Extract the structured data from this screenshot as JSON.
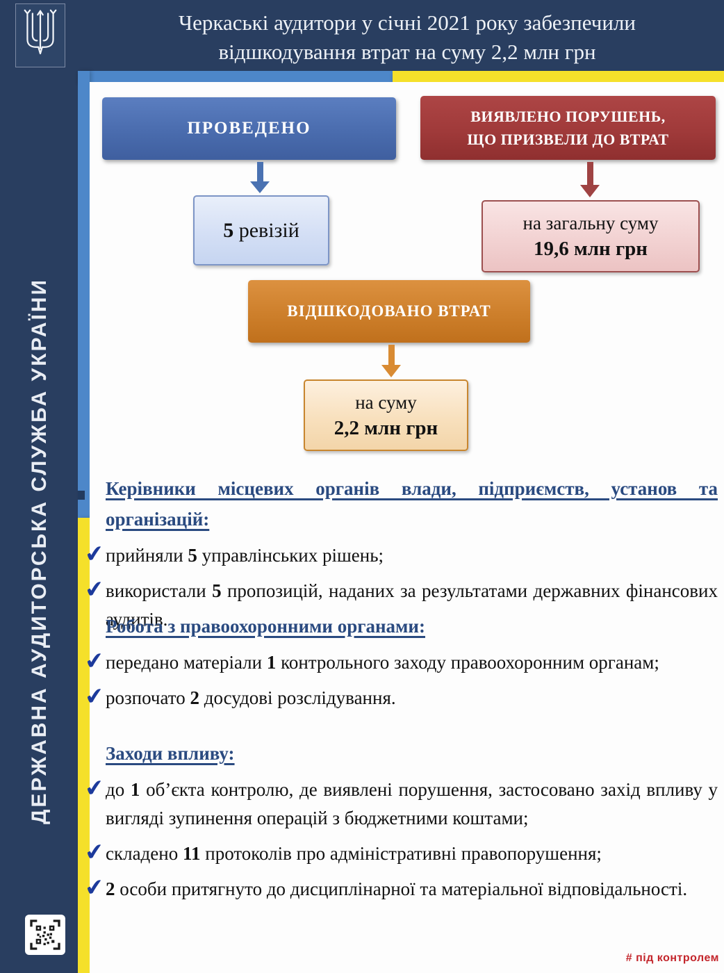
{
  "header": {
    "title_line1": "Черкаські аудитори у січні 2021 року забезпечили",
    "title_line2": "відшкодування втрат на суму 2,2 млн грн"
  },
  "sidebar": {
    "org_name": "ДЕРЖАВНА АУДИТОРСЬКА СЛУЖБА УКРАЇНИ"
  },
  "flow": {
    "conducted": {
      "label": "ПРОВЕДЕНО",
      "result_segments": [
        {
          "text": "5",
          "bold": true
        },
        {
          "text": " ревізій",
          "bold": false
        }
      ]
    },
    "violations": {
      "label_line1": "ВИЯВЛЕНО ПОРУШЕНЬ,",
      "label_line2": "ЩО ПРИЗВЕЛИ ДО ВТРАТ",
      "result_line1": "на загальну суму",
      "result_line2": "19,6 млн грн"
    },
    "reimbursed": {
      "label": "ВІДШКОДОВАНО ВТРАТ",
      "result_line1": "на суму",
      "result_line2": "2,2 млн грн"
    }
  },
  "sections": [
    {
      "heading": "Керівники місцевих органів влади, підприємств, установ та організацій:",
      "items": [
        {
          "segments": [
            {
              "text": "прийняли ",
              "bold": false
            },
            {
              "text": "5",
              "bold": true
            },
            {
              "text": " управлінських рішень;",
              "bold": false
            }
          ]
        },
        {
          "segments": [
            {
              "text": "використали ",
              "bold": false
            },
            {
              "text": "5",
              "bold": true
            },
            {
              "text": " пропозицій, наданих за результатами державних фінансових аудитів.",
              "bold": false
            }
          ]
        }
      ]
    },
    {
      "heading": "Робота з правоохоронними органами:",
      "items": [
        {
          "segments": [
            {
              "text": "передано матеріали ",
              "bold": false
            },
            {
              "text": "1",
              "bold": true
            },
            {
              "text": " контрольного заходу правоохоронним органам;",
              "bold": false
            }
          ]
        },
        {
          "segments": [
            {
              "text": "розпочато ",
              "bold": false
            },
            {
              "text": "2",
              "bold": true
            },
            {
              "text": " досудові розслідування.",
              "bold": false
            }
          ]
        }
      ]
    },
    {
      "heading": "Заходи впливу:",
      "items": [
        {
          "segments": [
            {
              "text": "до ",
              "bold": false
            },
            {
              "text": "1",
              "bold": true
            },
            {
              "text": " об’єкта контролю, де виявлені порушення, застосовано захід впливу у вигляді зупинення операцій з бюджетними коштами;",
              "bold": false
            }
          ]
        },
        {
          "segments": [
            {
              "text": "складено ",
              "bold": false
            },
            {
              "text": "11",
              "bold": true
            },
            {
              "text": " протоколів про адміністративні правопорушення;",
              "bold": false
            }
          ]
        },
        {
          "segments": [
            {
              "text": "2",
              "bold": true
            },
            {
              "text": " особи притягнуто до дисциплінарної та матеріальної відповідальності.",
              "bold": false
            }
          ]
        }
      ]
    }
  ],
  "footer": {
    "hashtag": "# під контролем"
  },
  "icons": {
    "check": "✔"
  },
  "colors": {
    "navy_background": "#293e60",
    "stripe_blue": "#4d87c9",
    "stripe_yellow": "#f5e02a",
    "box_blue": "#4a6cae",
    "box_red": "#a03a3a",
    "box_orange": "#cd7f2b",
    "box_light_blue": "#d4dff5",
    "box_pink": "#f2d2d2",
    "box_light_orange": "#f8e0bd",
    "heading_blue": "#2a4a80",
    "check_blue": "#1c3a9c",
    "hashtag_red": "#c3252b"
  }
}
